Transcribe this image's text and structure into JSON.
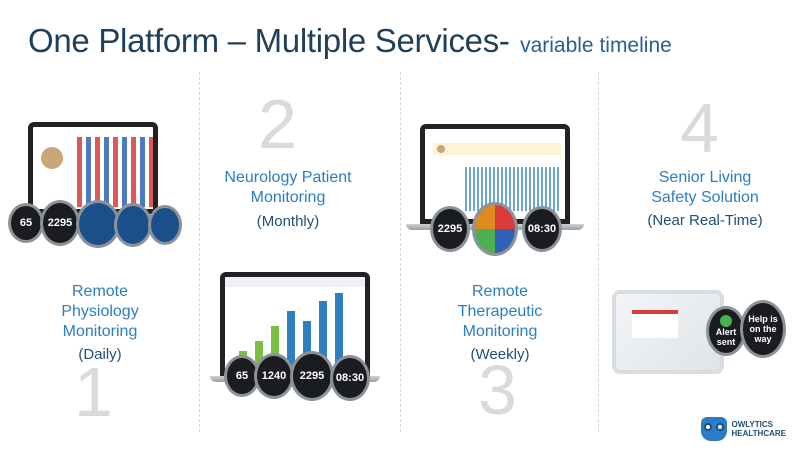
{
  "title": {
    "main": "One Platform – Multiple Services-",
    "sub": "variable timeline"
  },
  "columns": [
    {
      "number": "1",
      "label": [
        "Remote",
        "Physiology",
        "Monitoring"
      ],
      "frequency": "(Daily)"
    },
    {
      "number": "2",
      "label": [
        "Neurology Patient",
        "Monitoring"
      ],
      "frequency": "(Monthly)"
    },
    {
      "number": "3",
      "label": [
        "Remote",
        "Therapeutic",
        "Monitoring"
      ],
      "frequency": "(Weekly)"
    },
    {
      "number": "4",
      "label": [
        "Senior Living",
        "Safety Solution"
      ],
      "frequency": "(Near Real-Time)"
    }
  ],
  "watches": {
    "col1": [
      "65",
      "2295",
      "",
      "",
      ""
    ],
    "col2": [
      "65",
      "1240",
      "2295",
      "08:30"
    ],
    "col3": [
      "2295",
      "",
      "08:30"
    ],
    "col4": [
      "Alert sent",
      "Help is on the way"
    ]
  },
  "logo": {
    "line1": "OWLYTICS",
    "line2": "HEALTHCARE"
  },
  "colors": {
    "title": "#1f3f5b",
    "label": "#2a7dc4",
    "frequency": "#1f4f7a"
  }
}
